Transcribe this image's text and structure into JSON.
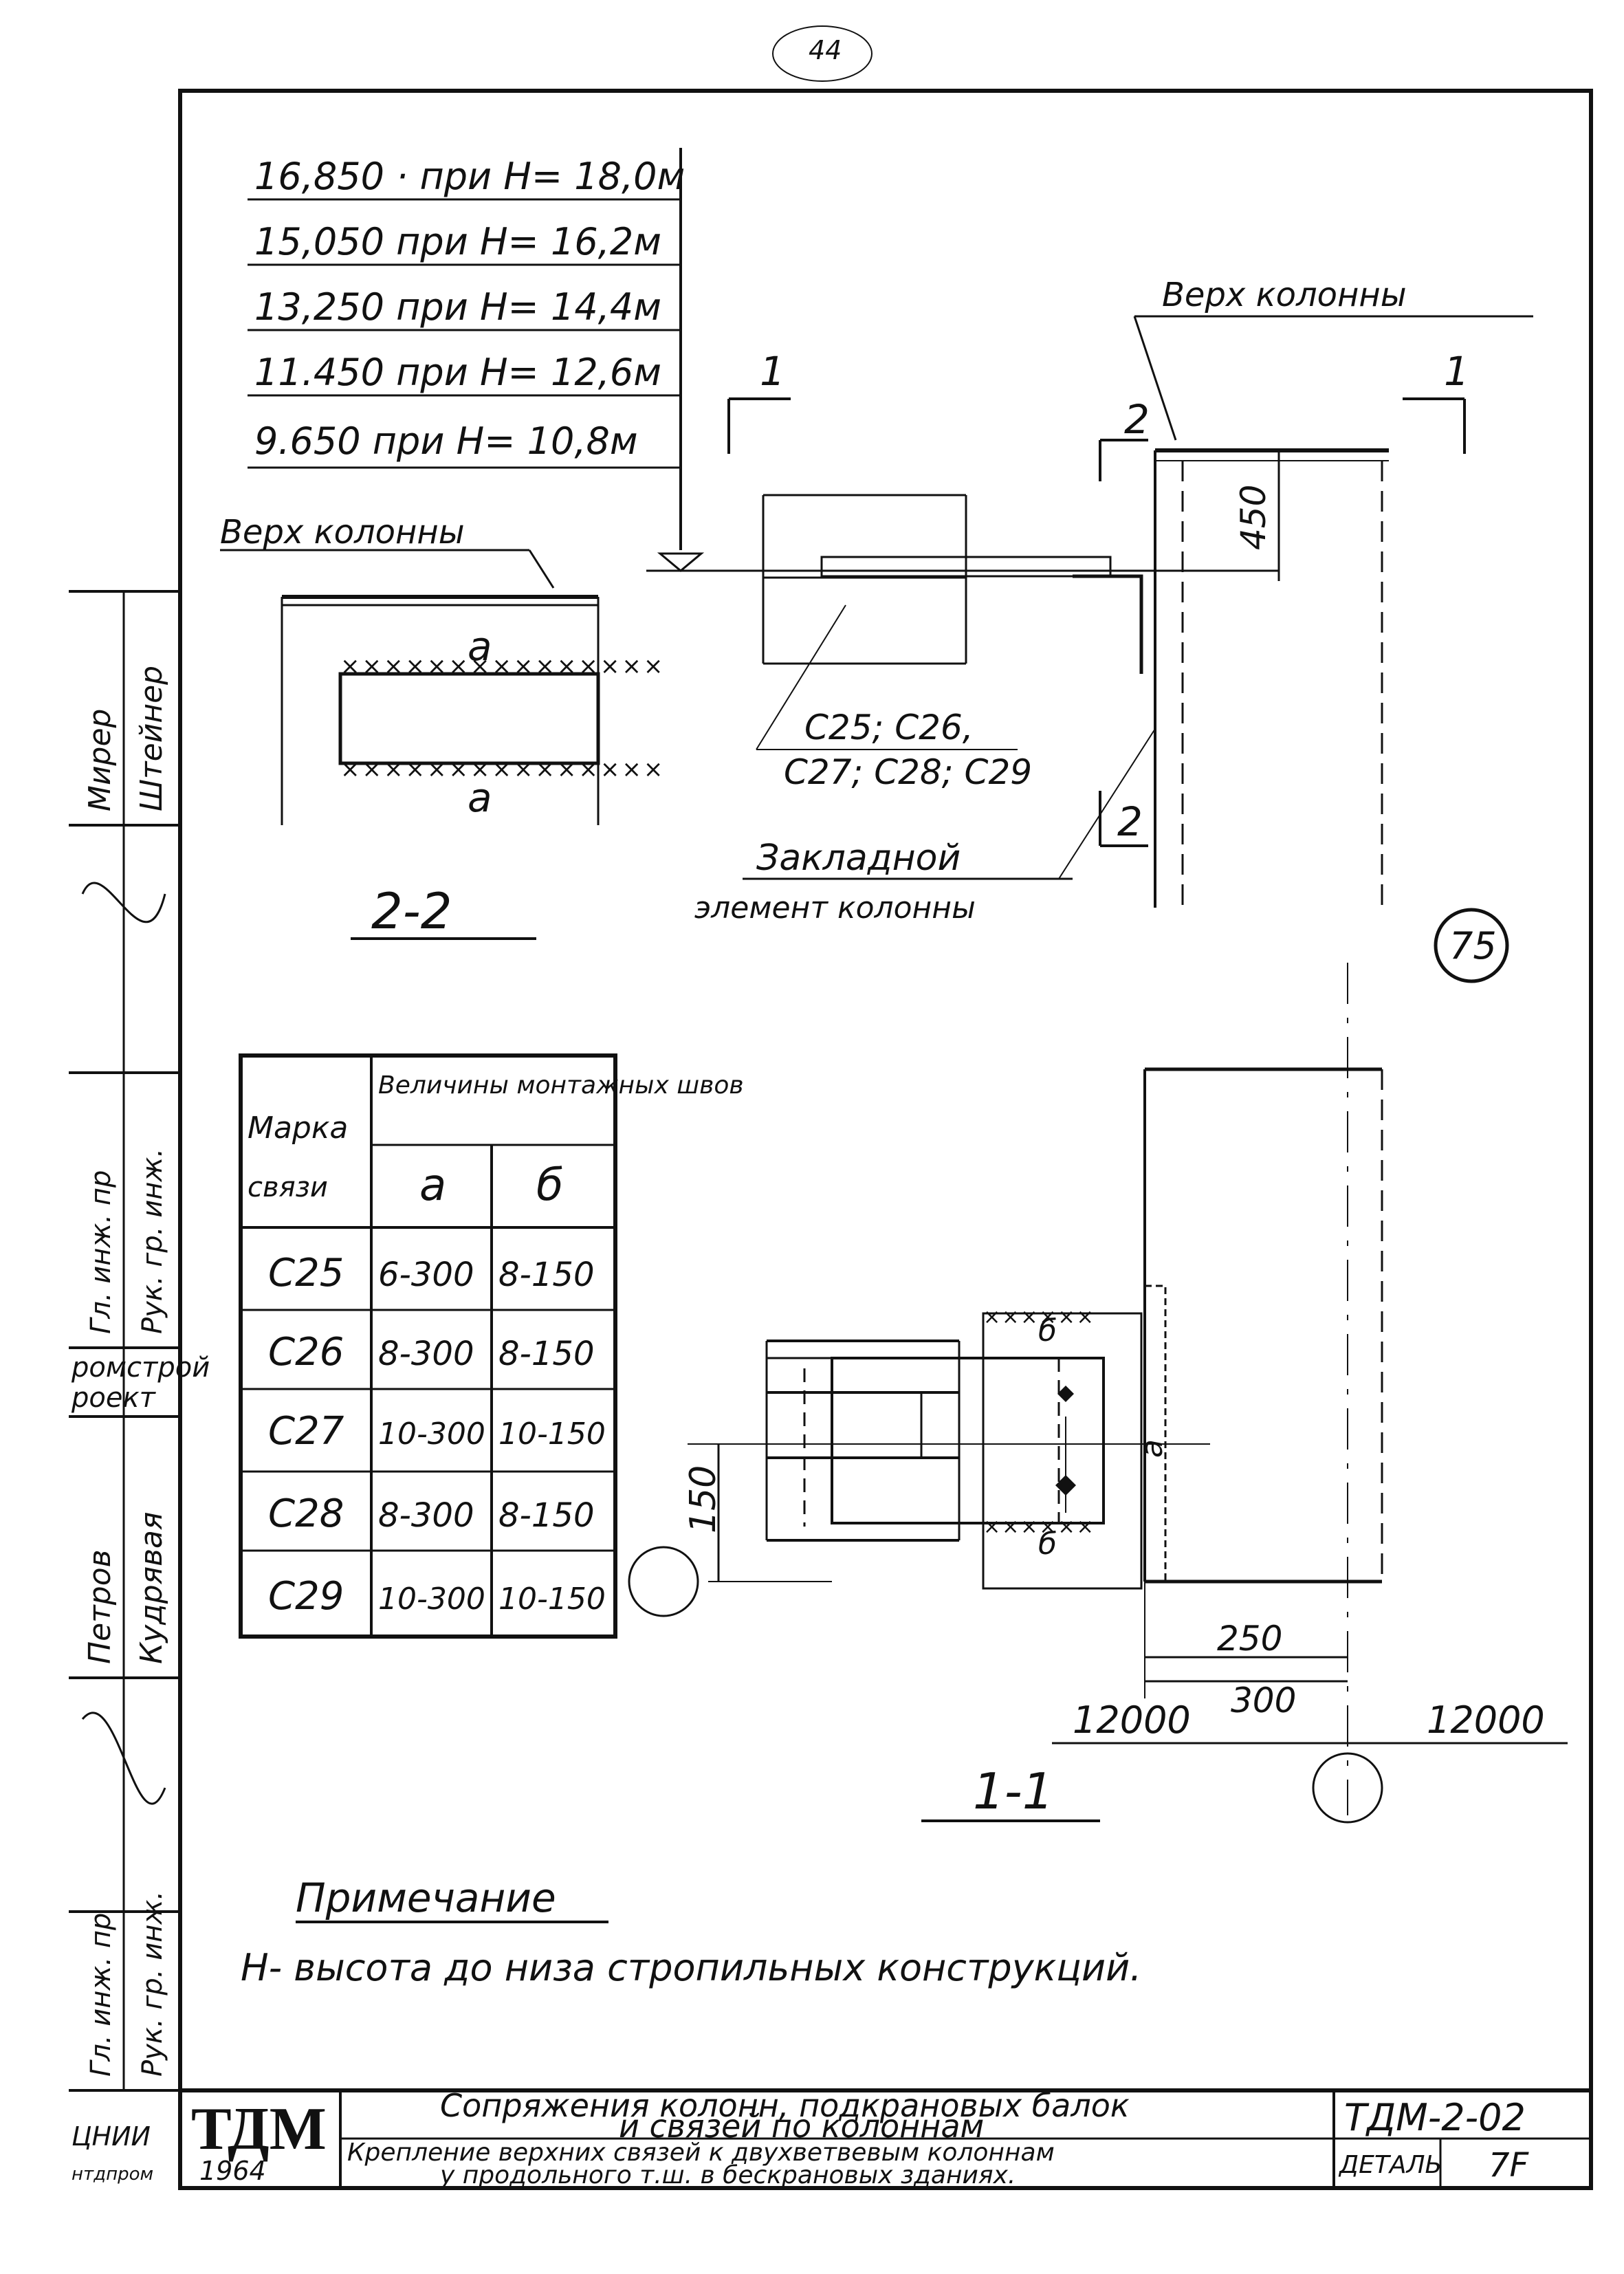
{
  "sheet": {
    "number": "44",
    "detail_badge": "75",
    "code": "ТДМ-2-02",
    "detail_label": "ДЕТАЛЬ",
    "detail_no": "7F",
    "logo": "ТДМ",
    "year": "1964",
    "title_line1": "Сопряжения колонн, подкрановых балок",
    "title_line2": "и связей по колоннам",
    "subtitle_line1": "Крепление верхних связей к двухветвевым колоннам",
    "subtitle_line2": "у продольного т.ш. в бескрановых зданиях."
  },
  "elevations": [
    "16,850 · при Н= 18,0м",
    "15,050 при Н= 16,2м",
    "13,250 при Н= 14,4м",
    "11.450 при Н= 12,6м",
    "9.650 при Н= 10,8м"
  ],
  "labels": {
    "col_top_right": "Верх колонны",
    "col_top_left": "Верх колонны",
    "section_1": "1",
    "section_2": "2",
    "dim_450": "450",
    "braces": "С25; С26,",
    "braces2": "С27; С28; С29",
    "embedded1": "Закладной",
    "embedded2": "элемент колонны",
    "weld_a": "а",
    "weld_b": "б",
    "section_22": "2-2",
    "section_11": "1-1",
    "dim_150": "150",
    "dim_250": "250",
    "dim_300": "300",
    "axis_left": "12000",
    "axis_right": "12000",
    "note_title": "Примечание",
    "note_text": "Н- высота до низа стропильных конструкций."
  },
  "weld_table": {
    "header_mark": "Марка",
    "header_mark2": "связи",
    "header_group": "Величины монтажных швов",
    "col_a": "а",
    "col_b": "б",
    "rows": [
      {
        "mark": "С25",
        "a": "6-300",
        "b": "8-150"
      },
      {
        "mark": "С26",
        "a": "8-300",
        "b": "8-150"
      },
      {
        "mark": "С27",
        "a": "10-300",
        "b": "10-150"
      },
      {
        "mark": "С28",
        "a": "8-300",
        "b": "8-150"
      },
      {
        "mark": "С29",
        "a": "10-300",
        "b": "10-150"
      }
    ]
  },
  "stamp": {
    "names1": "Мирер",
    "names2": "Штейнер",
    "role1": "Гл. инж. пр",
    "role2": "Рук. гр. инж.",
    "org1": "ромстрой",
    "org2": "роект",
    "names3": "Петров",
    "names4": "Кудрявая",
    "role3": "Гл. инж. пр",
    "role4": "Рук. гр. инж.",
    "org3": "ЦНИИ",
    "org4": "нтдпром"
  }
}
